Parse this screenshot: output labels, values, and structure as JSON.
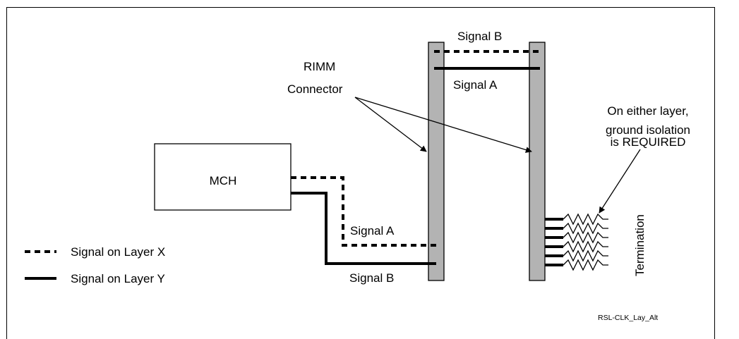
{
  "colors": {
    "connector_fill": "#b3b3b3",
    "line": "#000000",
    "background": "#ffffff"
  },
  "labels": {
    "mch": "MCH",
    "rimm_connector_line1": "RIMM",
    "rimm_connector_line2": "Connector",
    "signal_b_top": "Signal B",
    "signal_a_top": "Signal A",
    "signal_a_bottom": "Signal A",
    "signal_b_bottom": "Signal B",
    "note_line1": "On either layer,",
    "note_line2": "ground isolation",
    "note_line3": "is REQUIRED",
    "termination": "Termination",
    "figure_id": "RSL-CLK_Lay_Alt"
  },
  "legend": {
    "layer_x": "Signal on Layer X",
    "layer_y": "Signal on Layer Y"
  }
}
